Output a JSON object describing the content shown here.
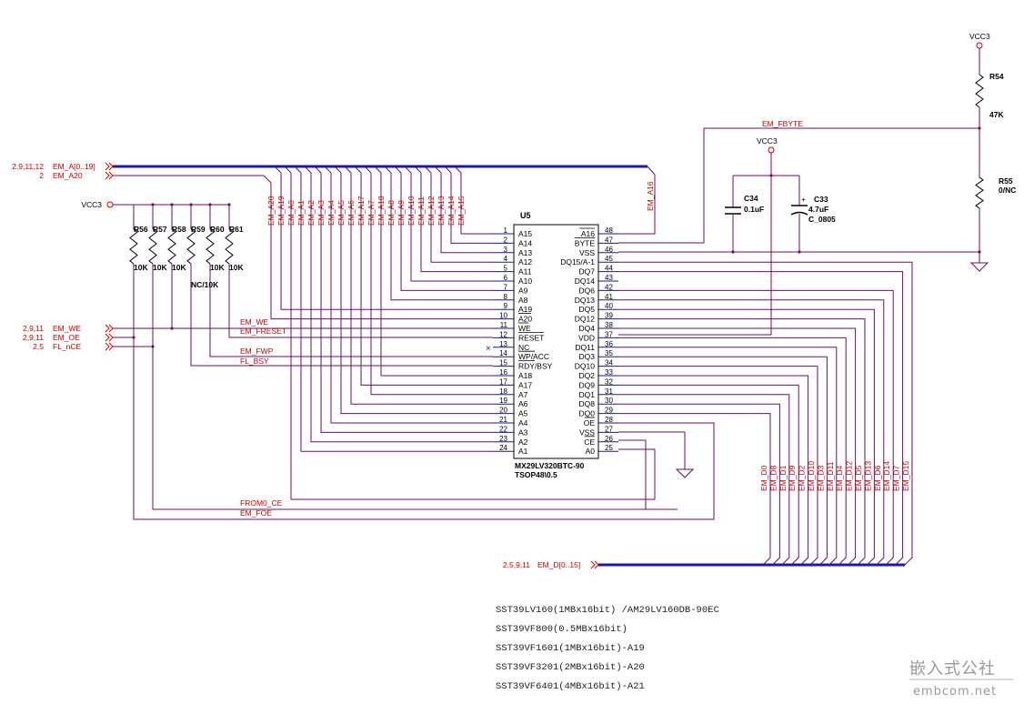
{
  "colors": {
    "wire": "#6b1060",
    "label": "#cc0000",
    "bus": "#1a1aa6",
    "text": "#000000",
    "watermark": "#9a9a9a"
  },
  "chip": {
    "ref": "U5",
    "part": "MX29LV320BTC-90",
    "package": "TSOP48\\0.5",
    "left_pins": [
      {
        "num": "1",
        "name": "A15"
      },
      {
        "num": "2",
        "name": "A14"
      },
      {
        "num": "3",
        "name": "A13"
      },
      {
        "num": "4",
        "name": "A12"
      },
      {
        "num": "5",
        "name": "A11"
      },
      {
        "num": "6",
        "name": "A10"
      },
      {
        "num": "7",
        "name": "A9"
      },
      {
        "num": "8",
        "name": "A8"
      },
      {
        "num": "9",
        "name": "A19"
      },
      {
        "num": "10",
        "name": "A20"
      },
      {
        "num": "11",
        "name": "WE"
      },
      {
        "num": "12",
        "name": "RESET"
      },
      {
        "num": "13",
        "name": "NC"
      },
      {
        "num": "14",
        "name": "WP/ACC"
      },
      {
        "num": "15",
        "name": "RDY/BSY"
      },
      {
        "num": "16",
        "name": "A18"
      },
      {
        "num": "17",
        "name": "A17"
      },
      {
        "num": "18",
        "name": "A7"
      },
      {
        "num": "19",
        "name": "A6"
      },
      {
        "num": "20",
        "name": "A5"
      },
      {
        "num": "21",
        "name": "A4"
      },
      {
        "num": "22",
        "name": "A3"
      },
      {
        "num": "23",
        "name": "A2"
      },
      {
        "num": "24",
        "name": "A1"
      }
    ],
    "right_pins": [
      {
        "num": "48",
        "name": "A16"
      },
      {
        "num": "47",
        "name": "BYTE"
      },
      {
        "num": "46",
        "name": "VSS"
      },
      {
        "num": "45",
        "name": "DQ15/A-1"
      },
      {
        "num": "44",
        "name": "DQ7"
      },
      {
        "num": "43",
        "name": "DQ14"
      },
      {
        "num": "42",
        "name": "DQ6"
      },
      {
        "num": "41",
        "name": "DQ13"
      },
      {
        "num": "40",
        "name": "DQ5"
      },
      {
        "num": "39",
        "name": "DQ12"
      },
      {
        "num": "38",
        "name": "DQ4"
      },
      {
        "num": "37",
        "name": "VDD"
      },
      {
        "num": "36",
        "name": "DQ11"
      },
      {
        "num": "35",
        "name": "DQ3"
      },
      {
        "num": "34",
        "name": "DQ10"
      },
      {
        "num": "33",
        "name": "DQ2"
      },
      {
        "num": "32",
        "name": "DQ9"
      },
      {
        "num": "31",
        "name": "DQ1"
      },
      {
        "num": "30",
        "name": "DQ8"
      },
      {
        "num": "29",
        "name": "DQ0"
      },
      {
        "num": "28",
        "name": "OE"
      },
      {
        "num": "27",
        "name": "VSS"
      },
      {
        "num": "26",
        "name": "CE"
      },
      {
        "num": "25",
        "name": "A0"
      }
    ]
  },
  "bus_addr_labels": [
    "EM_A20",
    "EM_A19",
    "EM_A0",
    "EM_A1",
    "EM_A2",
    "EM_A3",
    "EM_A4",
    "EM_A5",
    "EM_A6",
    "EM_A17",
    "EM_A7",
    "EM_A18",
    "EM_A8",
    "EM_A9",
    "EM_A10",
    "EM_A11",
    "EM_A12",
    "EM_A13",
    "EM_A14",
    "EM_A15"
  ],
  "addr_a16_label": "EM_A16",
  "data_labels": [
    "EM_D0",
    "EM_D8",
    "EM_D1",
    "EM_D9",
    "EM_D2",
    "EM_D10",
    "EM_D3",
    "EM_D11",
    "EM_D4",
    "EM_D12",
    "EM_D5",
    "EM_D13",
    "EM_D6",
    "EM_D14",
    "EM_D7",
    "EM_D15"
  ],
  "ports": [
    {
      "pages": "2,9,11,12",
      "net": "EM_A[0..19]"
    },
    {
      "pages": "2",
      "net": "EM_A20"
    },
    {
      "pages": "2,9,11",
      "net": "EM_WE"
    },
    {
      "pages": "2,9,11",
      "net": "EM_OE"
    },
    {
      "pages": "2,5",
      "net": "FL_nCE"
    },
    {
      "pages": "2,5,9,11",
      "net": "EM_D[0..15]"
    }
  ],
  "nets": {
    "we": "EM_WE",
    "freset": "EM_FRESET",
    "fwp": "EM_FWP",
    "fbsy": "FL_BSY",
    "from0_ce": "FROM0_CE",
    "foe": "EM_FOE",
    "fbyte": "EM_FBYTE"
  },
  "power": {
    "vcc_left": "VCC3",
    "vcc_mid": "VCC3",
    "vcc_right": "VCC3"
  },
  "resistors": [
    {
      "ref": "R56",
      "value": "10K"
    },
    {
      "ref": "R57",
      "value": "10K"
    },
    {
      "ref": "R58",
      "value": "10K"
    },
    {
      "ref": "R59",
      "value": ""
    },
    {
      "ref": "R60",
      "value": "10K"
    },
    {
      "ref": "R61",
      "value": "10K"
    }
  ],
  "r59_note": "NC/10K",
  "r54": {
    "ref": "R54",
    "value": "47K"
  },
  "r55": {
    "ref": "R55",
    "value": "0/NC"
  },
  "c34": {
    "ref": "C34",
    "value": "0.1uF"
  },
  "c33": {
    "ref": "C33",
    "value": "4.7uF",
    "package": "C_0805",
    "polarity": "+"
  },
  "notes": [
    "SST39LV160(1MBx16bit) /AM29LV160DB-90EC",
    "SST39VF800(0.5MBx16bit)",
    "SST39VF1601(1MBx16bit)-A19",
    "SST39VF3201(2MBx16bit)-A20",
    "SST39VF6401(4MBx16bit)-A21"
  ],
  "watermark": {
    "line1": "嵌入式公社",
    "line2": "embcom.net"
  }
}
